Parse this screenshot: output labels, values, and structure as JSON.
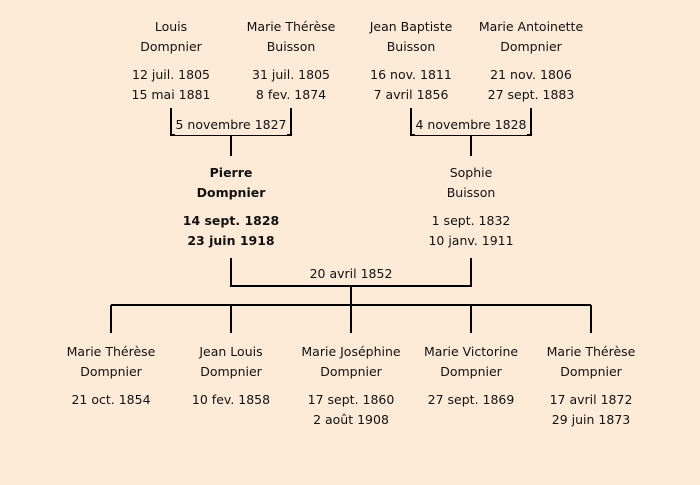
{
  "grandparents": [
    {
      "first": "Louis",
      "last": "Dompnier",
      "birth": "12 juil. 1805",
      "death": "15 mai 1881"
    },
    {
      "first": "Marie Thérèse",
      "last": "Buisson",
      "birth": "31 juil. 1805",
      "death": "8 fev. 1874"
    },
    {
      "first": "Jean Baptiste",
      "last": "Buisson",
      "birth": "16 nov. 1811",
      "death": "7 avril 1856"
    },
    {
      "first": "Marie Antoinette",
      "last": "Dompnier",
      "birth": "21 nov. 1806",
      "death": "27 sept. 1883"
    }
  ],
  "marriages": {
    "left": "5 novembre 1827",
    "right": "4 novembre 1828",
    "main": "20 avril 1852"
  },
  "parents": [
    {
      "first": "Pierre",
      "last": "Dompnier",
      "birth": "14 sept. 1828",
      "death": "23 juin 1918"
    },
    {
      "first": "Sophie",
      "last": "Buisson",
      "birth": "1 sept. 1832",
      "death": "10 janv. 1911"
    }
  ],
  "children": [
    {
      "first": "Marie Thérèse",
      "last": "Dompnier",
      "birth": "21 oct. 1854"
    },
    {
      "first": "Jean Louis",
      "last": "Dompnier",
      "birth": "10 fev. 1858"
    },
    {
      "first": "Marie Joséphine",
      "last": "Dompnier",
      "birth": "17 sept. 1860",
      "death": "2 août 1908"
    },
    {
      "first": "Marie Victorine",
      "last": "Dompnier",
      "birth": "27 sept. 1869"
    },
    {
      "first": "Marie Thérèse",
      "last": "Dompnier",
      "birth": "17 avril 1872",
      "death": "29 juin 1873"
    }
  ]
}
